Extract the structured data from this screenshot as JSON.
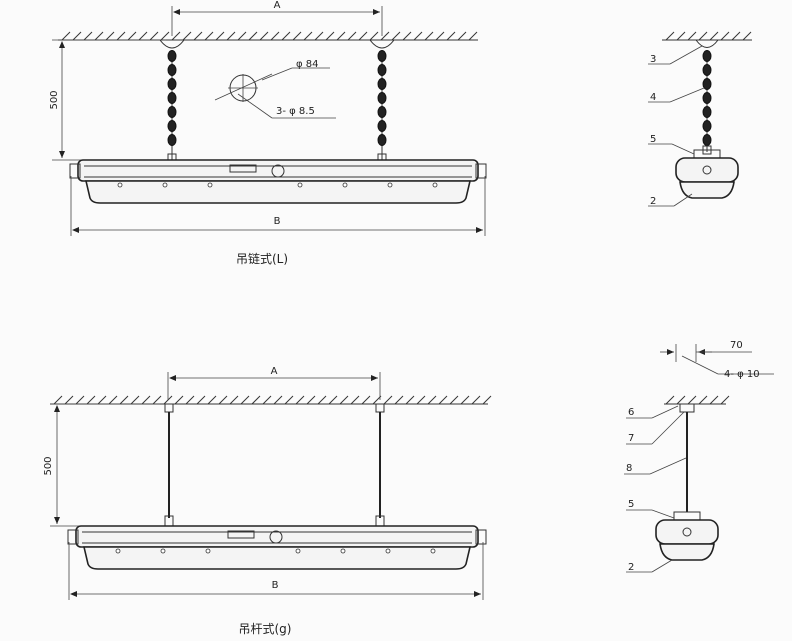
{
  "top": {
    "dim_a": "A",
    "dim_b": "B",
    "dim_height": "500",
    "hole_1": "φ 84",
    "hole_2": "3- φ 8.5",
    "caption": "吊链式(L)"
  },
  "bottom": {
    "dim_a": "A",
    "dim_b": "B",
    "dim_height": "500",
    "caption": "吊杆式(g)"
  },
  "side_top": {
    "part_3": "3",
    "part_4": "4",
    "part_5": "5",
    "part_2": "2"
  },
  "side_bottom": {
    "dim_70": "70",
    "hole_3": "4- φ 10",
    "part_6": "6",
    "part_7": "7",
    "part_8": "8",
    "part_5": "5",
    "part_2": "2"
  }
}
